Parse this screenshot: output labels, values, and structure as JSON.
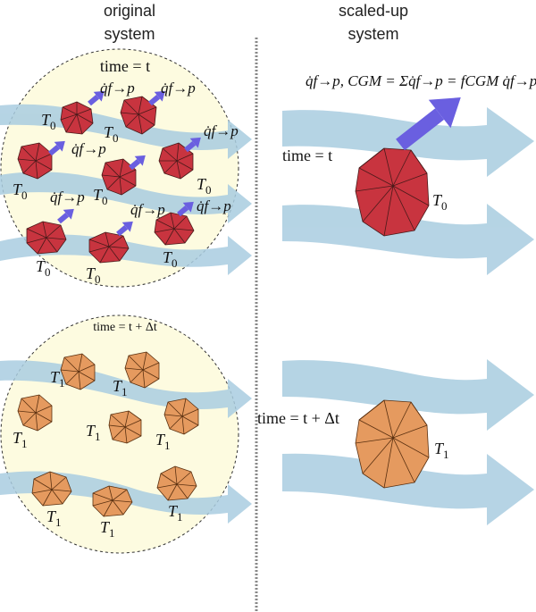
{
  "headers": {
    "original": [
      "original",
      "system"
    ],
    "scaled": [
      "scaled-up",
      "system"
    ]
  },
  "time_labels": {
    "t": "time = t",
    "t_dt": "time = t + Δt"
  },
  "temp_labels": {
    "T0_base": "T",
    "T0_sub": "0",
    "T1_base": "T",
    "T1_sub": "1"
  },
  "heat_flux_label": "q̇f→p",
  "equation": "q̇f→p, CGM = Σq̇f→p = fCGM q̇f→p",
  "colors": {
    "flow": "#a9cde0",
    "circle_fill": "#fdfbe0",
    "particle_hot": "#c8343f",
    "particle_cool": "#e59a5f",
    "arrow": "#6a5fe0",
    "divider": "#888888"
  }
}
